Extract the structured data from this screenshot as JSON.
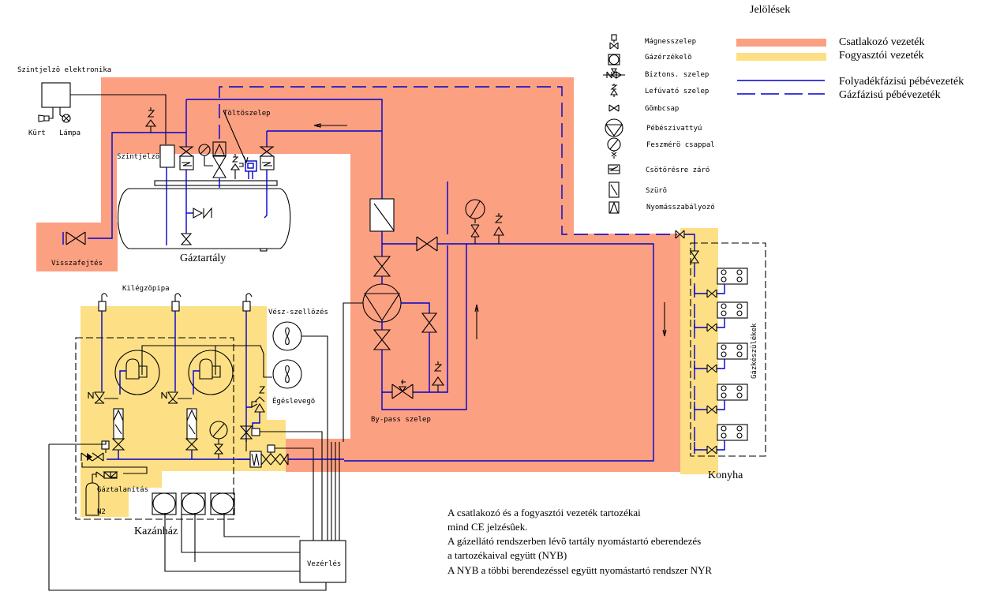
{
  "legend": {
    "title": "Jelölések",
    "symbols": [
      {
        "icon": "solenoid-valve-icon",
        "label": "Mágnesszelep"
      },
      {
        "icon": "gas-detector-icon",
        "label": "Gázérzékelö"
      },
      {
        "icon": "safety-valve-icon",
        "label": "Biztons. szelep"
      },
      {
        "icon": "blow-off-valve-icon",
        "label": "Lefúvató szelep"
      },
      {
        "icon": "ball-valve-icon",
        "label": "Gömbcsap"
      },
      {
        "icon": "lpg-pump-icon",
        "label": "Pébészivattyú"
      },
      {
        "icon": "pressure-gauge-icon",
        "label": "Feszmérö csappal"
      },
      {
        "icon": "pipe-break-shutoff-icon",
        "label": "Csötörésre záró"
      },
      {
        "icon": "filter-icon",
        "label": "Szürö"
      },
      {
        "icon": "pressure-regulator-icon",
        "label": "Nyomásszabályozó"
      }
    ],
    "lines": [
      {
        "label": "Csatlakozó vezeték",
        "style": "band",
        "color": "#fca082"
      },
      {
        "label": "Fogyasztói vezeték",
        "style": "band",
        "color": "#fde085"
      },
      {
        "label": "Folyadékfázisú pébévezeték",
        "style": "solid",
        "color": "#0000cc"
      },
      {
        "label": "Gázfázisú pébévezeték",
        "style": "dashed",
        "color": "#0000cc"
      }
    ]
  },
  "labels": {
    "level_electronics": "Szintjelzö elektronika",
    "horn": "Kürt",
    "lamp": "Lámpa",
    "level_indicator": "Szintjelzö",
    "filling_valve": "Töltöszelep",
    "recovery": "Visszafejtés",
    "tank": "Gáztartály",
    "exhaust_pipe": "Kilégzöpipa",
    "emergency_vent": "Vész-szellözés",
    "combustion_air": "Égéslevegö",
    "degassing": "Gáztalanítás",
    "n2": "N2",
    "boiler_room": "Kazánház",
    "bypass_valve": "By-pass szelep",
    "gas_appliances": "Gázkészülékek",
    "kitchen": "Konyha",
    "control": "Vezérlés"
  },
  "notes": [
    "A csatlakozó és a fogyasztói vezeték tartozékai",
    "mind CE jelzésûek.",
    "A gázellátó rendszerben lévõ tartály nyomástartó eberendezés",
    "a tartozékaival együtt (NYB)",
    "A NYB a többi berendezéssel együtt nyomástartó rendszer NYR"
  ],
  "colors": {
    "connection_line": "#fca082",
    "consumer_line": "#fde085",
    "lpg_pipe": "#0000cc"
  }
}
